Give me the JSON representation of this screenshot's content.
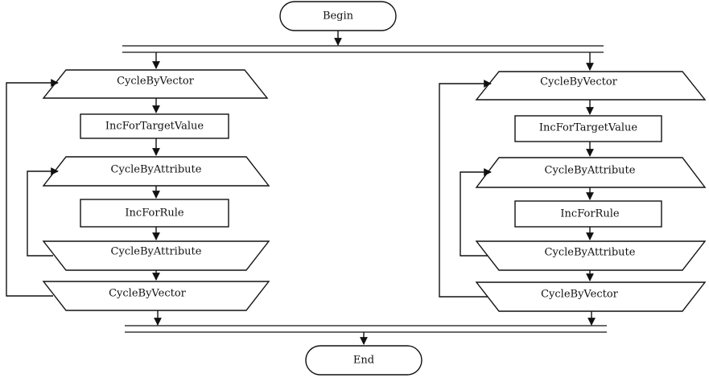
{
  "flowchart": {
    "begin": "Begin",
    "end": "End",
    "left": {
      "loop_vector_start": "CycleByVector",
      "inc_target": "IncForTargetValue",
      "loop_attribute_start": "CycleByAttribute",
      "inc_rule": "IncForRule",
      "loop_attribute_end": "CycleByAttribute",
      "loop_vector_end": "CycleByVector"
    },
    "right": {
      "loop_vector_start": "CycleByVector",
      "inc_target": "IncForTargetValue",
      "loop_attribute_start": "CycleByAttribute",
      "inc_rule": "IncForRule",
      "loop_attribute_end": "CycleByAttribute",
      "loop_vector_end": "CycleByVector"
    }
  }
}
